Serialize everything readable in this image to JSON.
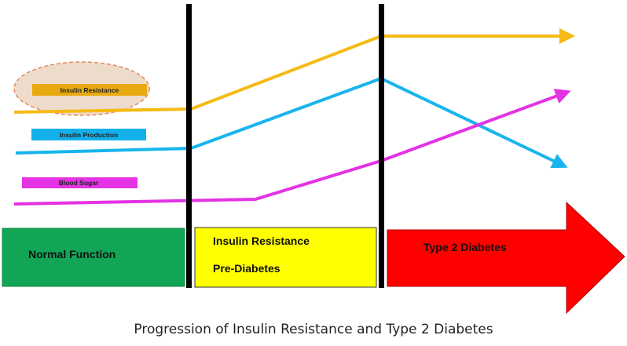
{
  "legend": [
    {
      "label": "Insulin Resistance",
      "color": "#E8AA10",
      "highlighted": true
    },
    {
      "label": "Insulin Production",
      "color": "#14B0EA"
    },
    {
      "label": "Blood Sugar",
      "color": "#E432E4"
    }
  ],
  "stages": [
    {
      "lines": [
        "Normal Function"
      ],
      "color": "#12A555"
    },
    {
      "lines": [
        "Insulin Resistance",
        "Pre-Diabetes"
      ],
      "color": "#FFFF00"
    },
    {
      "lines": [
        "Type 2 Diabetes"
      ],
      "color": "#FF0000"
    }
  ],
  "caption": "Progression of Insulin Resistance and Type 2 Diabetes"
}
